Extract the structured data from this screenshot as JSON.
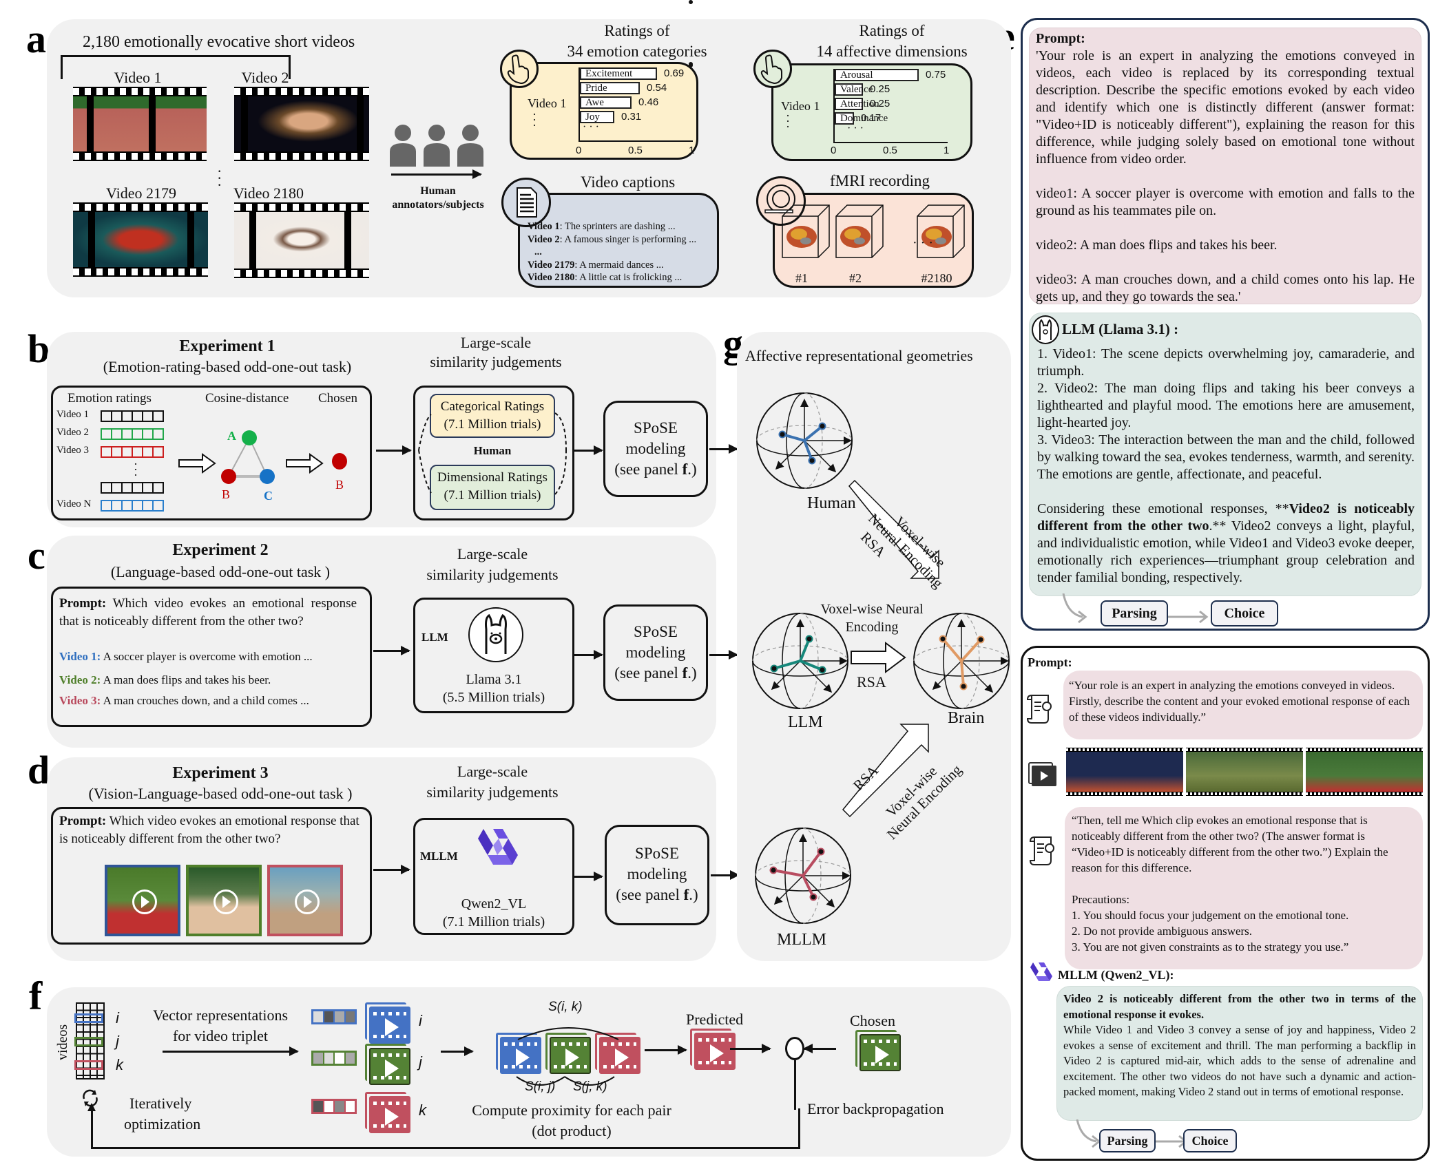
{
  "panel_labels": {
    "a": "a",
    "b": "b",
    "c": "c",
    "d": "d",
    "e": "e",
    "f": "f",
    "g": "g"
  },
  "panel_a": {
    "title": "2,180 emotionally evocative short videos",
    "videos": [
      {
        "label": "Video 1",
        "thumb": "sprinters"
      },
      {
        "label": "Video 2",
        "thumb": "singer"
      },
      {
        "label": "Video 2179",
        "thumb": "mermaid"
      },
      {
        "label": "Video 2180",
        "thumb": "cat"
      }
    ],
    "annotators_label_line1": "Human",
    "annotators_label_line2": "annotators/subjects",
    "emotion_ratings": {
      "title_line1": "Ratings of",
      "title_line2": "34 emotion categories",
      "video_label": "Video 1",
      "bg_color": "#fdf0cc",
      "items": [
        {
          "label": "Excitement",
          "value": 0.69,
          "value_text": "0.69"
        },
        {
          "label": "Pride",
          "value": 0.54,
          "value_text": "0.54"
        },
        {
          "label": "Awe",
          "value": 0.46,
          "value_text": "0.46"
        },
        {
          "label": "Joy",
          "value": 0.31,
          "value_text": "0.31"
        }
      ],
      "ellipsis": "· · ·",
      "ticks": [
        "0",
        "0.5",
        "1"
      ]
    },
    "dimension_ratings": {
      "title_line1": "Ratings of",
      "title_line2": "14 affective dimensions",
      "video_label": "Video 1",
      "bg_color": "#e2eedb",
      "items": [
        {
          "label": "Arousal",
          "value": 0.75,
          "value_text": "0.75"
        },
        {
          "label": "Valence",
          "value": 0.25,
          "value_text": "0.25"
        },
        {
          "label": "Attention",
          "value": 0.25,
          "value_text": "0.25"
        },
        {
          "label": "Dominance",
          "value": 0.17,
          "value_text": "0.17"
        }
      ],
      "ellipsis": "· · ·",
      "ticks": [
        "0",
        "0.5",
        "1"
      ]
    },
    "captions": {
      "title": "Video captions",
      "bg_color": "#d6dce6",
      "lines": [
        {
          "id": "Video 1",
          "text": ": The sprinters are dashing  ..."
        },
        {
          "id": "Video 2",
          "text": ": A famous singer is performing ..."
        },
        {
          "id": "...",
          "text": ""
        },
        {
          "id": "Video 2179",
          "text": ": A mermaid dances ..."
        },
        {
          "id": "Video 2180",
          "text": ": A little cat is frolicking ..."
        }
      ]
    },
    "fmri": {
      "title": "fMRI recording",
      "bg_color": "#fbe3d7",
      "volumes": [
        "#1",
        "#2",
        "#2180"
      ],
      "ellipsis": "· · ·"
    }
  },
  "panel_b": {
    "title": "Experiment 1",
    "subtitle": "(Emotion-rating-based odd-one-out task)",
    "col_ratings": "Emotion ratings",
    "col_cosine": "Cosine-distance",
    "col_chosen": "Chosen",
    "rows": [
      {
        "label": "Video 1",
        "color": "#111111"
      },
      {
        "label": "Video 2",
        "color": "#22a64a"
      },
      {
        "label": "Video 3",
        "color": "#cc1f1f"
      },
      {
        "label": "",
        "color": "#111111"
      },
      {
        "label": "Video N",
        "color": "#2a7fcc"
      }
    ],
    "nodes": [
      {
        "label": "A",
        "color": "#14b04a"
      },
      {
        "label": "B",
        "color": "#c00000"
      },
      {
        "label": "C",
        "color": "#1672c6"
      }
    ],
    "chosen_label": "B",
    "chosen_color": "#c00000",
    "sim_title_line1": "Large-scale",
    "sim_title_line2": "similarity judgements",
    "categorical_line1": "Categorical Ratings",
    "categorical_line2": "(7.1 Million trials)",
    "human_label": "Human",
    "dimensional_line1": "Dimensional Ratings",
    "dimensional_line2": "(7.1 Million trials)",
    "spose_line1": "SPoSE",
    "spose_line2": "modeling",
    "spose_line3_pre": "(see panel ",
    "spose_line3_bold": "f",
    "spose_line3_post": ".)"
  },
  "panel_c": {
    "title": "Experiment 2",
    "subtitle": "(Language-based odd-one-out task )",
    "prompt_label": "Prompt:",
    "prompt_text": " Which video evokes an emotional response that is noticeably different from the other two?",
    "videos": [
      {
        "label": "Video 1:",
        "text": " A soccer player is overcome with emotion  ...",
        "color": "#2f6fbf"
      },
      {
        "label": "Video 2:",
        "text": " A man does flips and takes his beer.",
        "color": "#4f7f2a"
      },
      {
        "label": "Video 3:",
        "text": " A man crouches down, and a child comes ...",
        "color": "#b8475b"
      }
    ],
    "sim_title_line1": "Large-scale",
    "sim_title_line2": "similarity judgements",
    "model_tag": "LLM",
    "model_name": "Llama 3.1",
    "model_trials": "(5.5 Million trials)",
    "spose_line1": "SPoSE",
    "spose_line2": "modeling",
    "spose_line3_pre": "(see panel ",
    "spose_line3_bold": "f",
    "spose_line3_post": ".)"
  },
  "panel_d": {
    "title": "Experiment 3",
    "subtitle": "(Vision-Language-based odd-one-out task )",
    "prompt_label": "Prompt:",
    "prompt_text": " Which video evokes an emotional response that is noticeably different from the other two?",
    "thumb_colors": [
      "#2f5597",
      "#4f7f2a",
      "#c0505f"
    ],
    "sim_title_line1": "Large-scale",
    "sim_title_line2": "similarity judgements",
    "model_tag": "MLLM",
    "model_name": "Qwen2_VL",
    "model_trials": "(7.1 Million trials)",
    "spose_line1": "SPoSE",
    "spose_line2": "modeling",
    "spose_line3_pre": "(see panel ",
    "spose_line3_bold": "f",
    "spose_line3_post": ".)"
  },
  "panel_g": {
    "title": "Affective representational geometries",
    "spheres": [
      {
        "label": "Human",
        "color": "#3b72b0"
      },
      {
        "label": "LLM",
        "color": "#16877a"
      },
      {
        "label": "Brain",
        "color": "#e09a64"
      },
      {
        "label": "MLLM",
        "color": "#b84c60"
      }
    ],
    "arrow_human_line1": "Voxel-wise",
    "arrow_human_line2": "Neural Encoding",
    "arrow_human_rsa": "RSA",
    "arrow_llm_line1": "Voxel-wise Neural",
    "arrow_llm_line2": "Encoding",
    "arrow_llm_rsa": "RSA",
    "arrow_mllm_rsa": "RSA",
    "arrow_mllm_line1": "Voxel-wise",
    "arrow_mllm_line2": "Neural Encoding"
  },
  "panel_f": {
    "axis_label": "videos",
    "row_labels": [
      "i",
      "j",
      "k"
    ],
    "row_colors": [
      "#4472c4",
      "#548235",
      "#c0505f"
    ],
    "vector_label_line1": "Vector representations",
    "vector_label_line2": "for video triplet",
    "iter_line1": "Iteratively",
    "iter_line2": "optimization",
    "s_ik": "S(i, k)",
    "s_ij": "S(i, j)",
    "s_jk": "S(j, k)",
    "compute_line1": "Compute proximity for each pair",
    "compute_line2": "(dot product)",
    "predicted": "Predicted",
    "chosen": "Chosen",
    "error": "Error backpropagation"
  },
  "panel_e": {
    "llm_box": {
      "prompt_label": "Prompt:",
      "prompt_text": "'Your role is an expert in analyzing the emotions conveyed in videos, each video is replaced by its corresponding textual description. Describe the specific emotions evoked by each video and identify which one is distinctly different (answer format: \"Video+ID is noticeably different\"), explaining the reason for this difference, while judging solely based on emotional tone without influence from video order.",
      "video1": "video1: A soccer player is overcome with emotion and falls to the ground as his teammates pile on.",
      "video2": "video2: A man does flips and takes his beer.",
      "video3": "video3: A man crouches down, and a child comes onto his lap. He gets up, and they go towards the sea.'",
      "model_label": "LLM (Llama 3.1) :",
      "resp1": "1. Video1:  The scene depicts overwhelming joy, camaraderie, and triumph.",
      "resp2": "2. Video2:  The man doing flips and taking his beer conveys a lighthearted and playful mood. The emotions here are amusement, light-hearted joy.",
      "resp3": "3. Video3:  The interaction between the man and the child, followed by walking toward the sea, evokes tenderness, warmth, and serenity. The emotions are gentle, affectionate, and peaceful.",
      "concl_pre": "Considering these emotional responses, **",
      "concl_bold": "Video2 is noticeably different from the other two",
      "concl_post": ".**  Video2 conveys a light, playful, and individualistic emotion, while Video1 and Video3 evoke deeper, emotionally rich experiences—triumphant group celebration and tender familial bonding, respectively.",
      "parsing": "Parsing",
      "choice": "Choice"
    },
    "mllm_box": {
      "prompt_label": "Prompt:",
      "prompt1": "“Your role is an expert in analyzing the emotions conveyed in videos.\nFirstly,  describe the content and your evoked emotional response of each of these videos individually.”",
      "prompt2_main": "“Then, tell me Which clip evokes an emotional response that is noticeably different from the other two? (The answer format is “Video+ID is noticeably different from the other two.”)  Explain the reason for this difference.",
      "precautions_title": "Precautions:",
      "precautions": [
        "1. You should focus your judgement on the emotional tone.",
        "2. Do not provide ambiguous answers.",
        "3. You are not given constraints as to the strategy you use.”"
      ],
      "model_label": "MLLM (Qwen2_VL):",
      "resp_bold": "Video 2 is noticeably different from the other two in terms of the emotional response it evokes.",
      "resp_text": "While Video 1 and Video 3 convey a sense of joy and happiness, Video 2 evokes a sense of excitement and thrill. The man performing a backflip in Video 2 is captured mid-air, which adds to the sense of adrenaline and excitement. The other two videos do not have such a dynamic and action-packed moment, making Video 2 stand out in terms of emotional response.",
      "parsing": "Parsing",
      "choice": "Choice"
    },
    "prompt_bg": "#efdfe3",
    "response_bg": "#dfeae7",
    "llm_border": "#1d2e4d"
  }
}
